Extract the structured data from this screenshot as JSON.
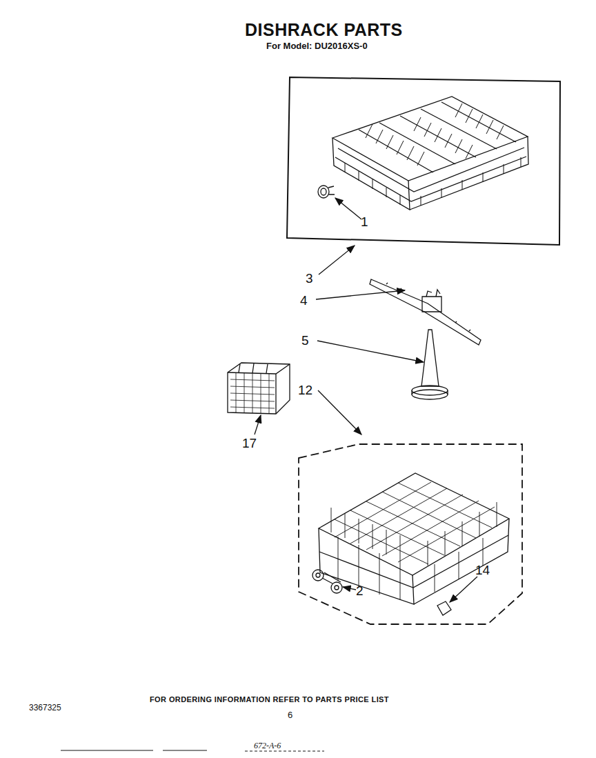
{
  "diagram": {
    "title": "DISHRACK PARTS",
    "labels": [
      "For Model: DU2016XS-0",
      "1",
      "3",
      "4",
      "5",
      "12",
      "17",
      "2",
      "14",
      "FOR ORDERING INFORMATION REFER TO PARTS PRICE LIST",
      "3367325",
      "6",
      "672-A-6"
    ]
  }
}
